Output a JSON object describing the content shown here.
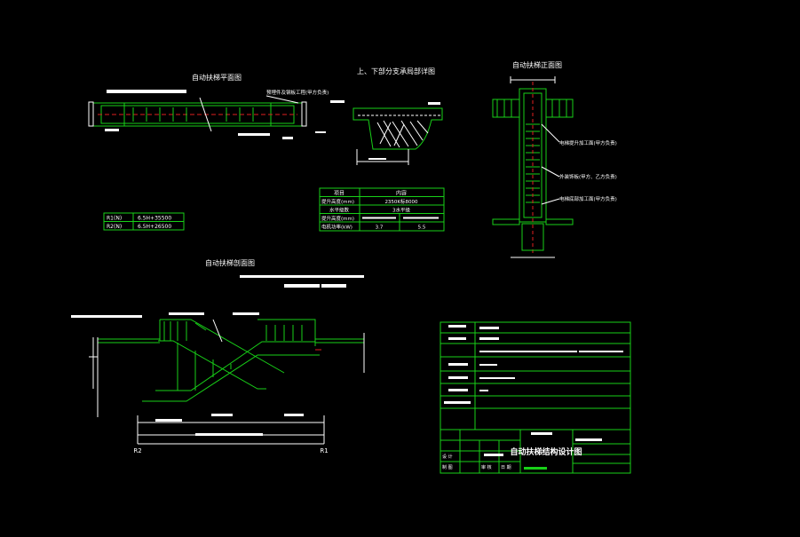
{
  "titles": {
    "plan": "自动扶梯平面图",
    "detail": "上、下部分支承局部详图",
    "elevation": "自动扶梯正面图",
    "section": "自动扶梯剖面图"
  },
  "plan_note": "预埋件及钢板工程(甲方负责)",
  "elevation_notes": {
    "top": "电梯提升加工面(甲方负责)",
    "mid": "外装饰板(甲方、乙方负责)",
    "bottom": "电梯底部加工面(甲方负责)"
  },
  "radius_table": [
    {
      "name": "R1(N)",
      "value": "6.5H+35500"
    },
    {
      "name": "R2(N)",
      "value": "6.5H+26500"
    }
  ],
  "spec_table": {
    "headers": [
      "项目",
      "内容"
    ],
    "rows": [
      {
        "item": "提升高度(mm)",
        "a": "2350K标8000",
        "b": ""
      },
      {
        "item": "",
        "a": "水平级数",
        "b": "3水平级"
      },
      {
        "item": "提升高度(mm)",
        "a": "",
        "b": ""
      },
      {
        "item": "电机功率(kW)",
        "a": "3.7",
        "b": "5.5"
      }
    ]
  },
  "section_labels": {
    "r2": "R2",
    "r1": "R1"
  },
  "title_block": {
    "project_name": "自动扶梯结构设计图",
    "drawing_code": "",
    "left_labels": [
      "",
      "",
      "",
      "",
      "",
      ""
    ],
    "bottom_labels": [
      "设 计",
      "制 图",
      "审 核",
      "日 期"
    ]
  },
  "colors": {
    "line": "#18d018",
    "text": "#ffffff",
    "accent": "#e02020",
    "background": "#000000"
  }
}
